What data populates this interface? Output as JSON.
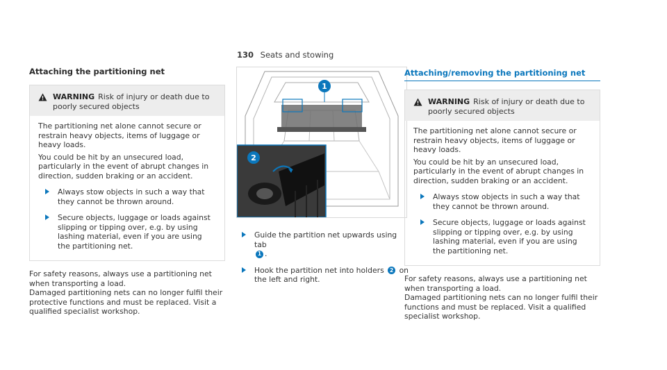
{
  "header": {
    "page_number": "130",
    "section": "Seats and stowing"
  },
  "left": {
    "title": "Attaching the partitioning net",
    "warning": {
      "label": "WARNING",
      "heading": "Risk of injury or death due to poorly secured objects",
      "body": [
        "The partitioning net alone cannot secure or restrain heavy objects, items of luggage or heavy loads.",
        "You could be hit by an unsecured load, particularly in the event of abrupt changes in direction, sudden braking or an accident."
      ],
      "bullets": [
        "Always stow objects in such a way that they cannot be thrown around.",
        "Secure objects, luggage or loads against slipping or tipping over, e.g. by using lashing material, even if you are using the partitioning net."
      ]
    },
    "paragraphs": [
      "For safety reasons, always use a partitioning net when transporting a load.",
      "Damaged partitioning nets can no longer fulfil their protective functions and must be replaced. Visit a qualified specialist workshop."
    ]
  },
  "middle": {
    "figure_labels": [
      "1",
      "2"
    ],
    "steps": [
      {
        "before": "Guide the partition net upwards using tab",
        "badge": "1",
        "after": "."
      },
      {
        "before": "Hook the partition net into holders",
        "badge": "2",
        "after": "on the left and right."
      }
    ]
  },
  "right": {
    "title": "Attaching/removing the partitioning net",
    "warning": {
      "label": "WARNING",
      "heading": "Risk of injury or death due to poorly secured objects",
      "body": [
        "The partitioning net alone cannot secure or restrain heavy objects, items of luggage or heavy loads.",
        "You could be hit by an unsecured load, particularly in the event of abrupt changes in direction, sudden braking or an accident."
      ],
      "bullets": [
        "Always stow objects in such a way that they cannot be thrown around.",
        "Secure objects, luggage or loads against slipping or tipping over, e.g. by using lashing material, even if you are using the partitioning net."
      ]
    },
    "paragraphs": [
      "For safety reasons, always use a partitioning net when transporting a load.",
      "Damaged partitioning nets can no longer fulfil their functions and must be replaced. Visit a qualified specialist workshop."
    ]
  },
  "colors": {
    "accent": "#0b77bc",
    "warning_bg": "#ededed"
  }
}
